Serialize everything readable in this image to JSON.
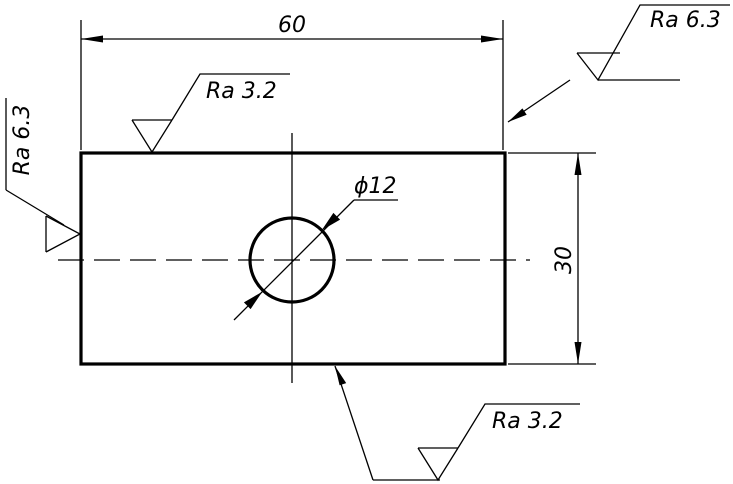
{
  "drawing": {
    "dimensions": {
      "width_value": "60",
      "height_value": "30",
      "hole_diameter": "ϕ12"
    },
    "surface_roughness": {
      "right_face": "Ra 6.3",
      "top_face": "Ra 3.2",
      "left_face": "Ra 6.3",
      "bottom_face": "Ra 3.2"
    }
  }
}
